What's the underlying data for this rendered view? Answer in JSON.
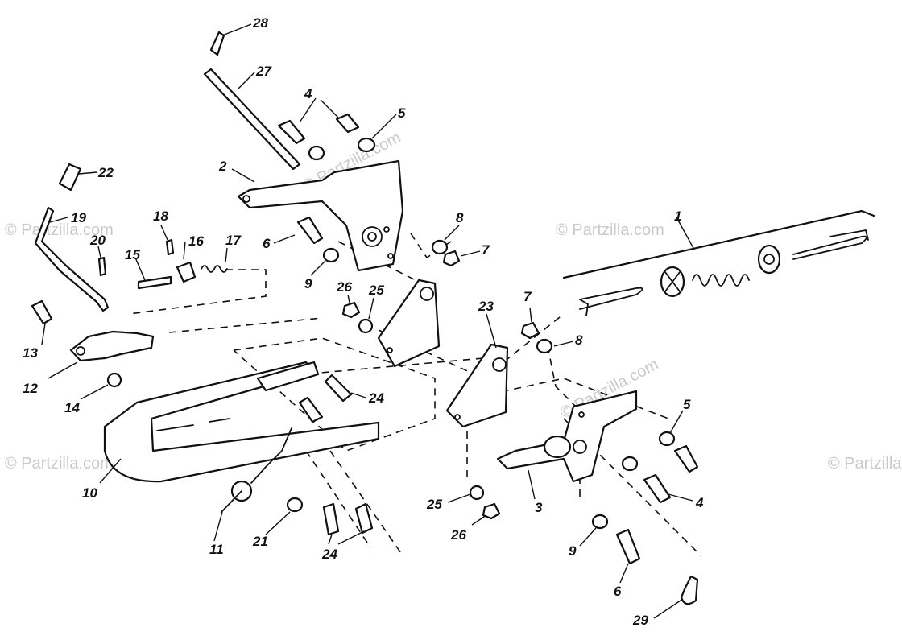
{
  "watermark": "© Partzilla.com",
  "callouts": [
    "1",
    "2",
    "3",
    "4",
    "4",
    "5",
    "5",
    "6",
    "6",
    "7",
    "7",
    "8",
    "8",
    "9",
    "9",
    "10",
    "11",
    "12",
    "13",
    "14",
    "15",
    "16",
    "17",
    "18",
    "19",
    "20",
    "21",
    "22",
    "23",
    "24",
    "24",
    "24",
    "25",
    "25",
    "26",
    "26",
    "27",
    "28",
    "29"
  ]
}
